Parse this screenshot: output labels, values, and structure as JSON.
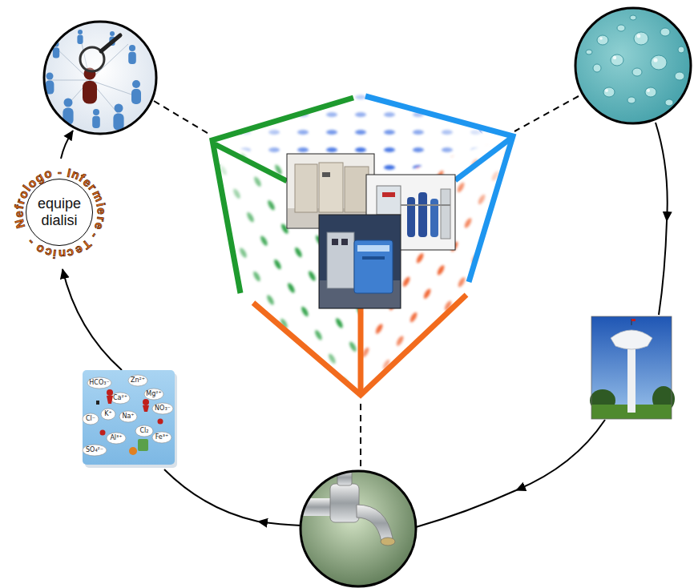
{
  "diagram": {
    "nodes": [
      {
        "text": [
          "equipe dialisi",
          "Nefrologo - Infermiere - Tecnico -"
        ]
      }
    ],
    "labels": [
      "HCO₃⁻",
      "Zn²⁺",
      "Mg²⁺",
      "Ca²⁺",
      "NO₃⁻",
      "Cl⁻",
      "K⁺",
      "Na⁺",
      "Cl₂",
      "Al³⁺",
      "Fe³⁺",
      "SO₄²⁻"
    ]
  }
}
